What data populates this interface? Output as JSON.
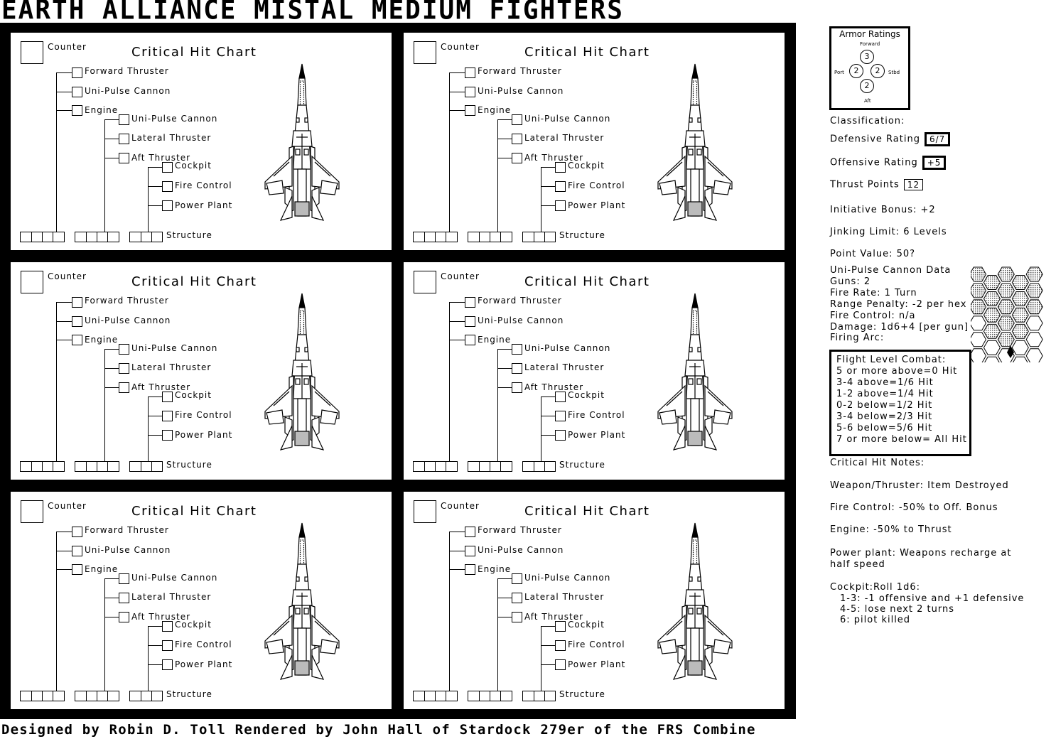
{
  "page_title": "EARTH ALLIANCE MISTAL MEDIUM FIGHTERS",
  "card": {
    "counter_label": "Counter",
    "chart_title": "Critical Hit Chart",
    "items": {
      "forward_thruster": "Forward Thruster",
      "uni_pulse_cannon_1": "Uni-Pulse Cannon",
      "engine": "Engine",
      "uni_pulse_cannon_2": "Uni-Pulse Cannon",
      "lateral_thruster": "Lateral Thruster",
      "aft_thruster": "Aft Thruster",
      "cockpit": "Cockpit",
      "fire_control": "Fire Control",
      "power_plant": "Power Plant",
      "structure": "Structure"
    }
  },
  "armor": {
    "title": "Armor Ratings",
    "forward_label": "Forward",
    "aft_label": "Aft",
    "port_label": "Port",
    "stbd_label": "Stbd",
    "forward": "3",
    "port": "2",
    "stbd": "2",
    "aft": "2"
  },
  "stats": {
    "classification": "Classification:",
    "defensive_label": "Defensive Rating",
    "defensive_value": "6/7",
    "offensive_label": "Offensive Rating",
    "offensive_value": "+5",
    "thrust_label": "Thrust Points",
    "thrust_value": "12",
    "initiative": "Initiative Bonus: +2",
    "jinking": "Jinking Limit: 6 Levels",
    "point_value": "Point Value: 50?"
  },
  "weapon": {
    "title": "Uni-Pulse Cannon Data",
    "guns": "Guns: 2",
    "fire_rate": "Fire Rate: 1 Turn",
    "range_penalty": "Range Penalty: -2 per hex",
    "fire_control": "Fire Control: n/a",
    "damage": "Damage: 1d6+4 [per gun]",
    "firing_arc": "Firing Arc:"
  },
  "flight_level": {
    "title": "Flight Level Combat:",
    "r1": "5 or more above=0 Hit",
    "r2": "3-4 above=1/6 Hit",
    "r3": "1-2 above=1/4 Hit",
    "r4": "0-2 below=1/2 Hit",
    "r5": "3-4 below=2/3 Hit",
    "r6": "5-6 below=5/6 Hit",
    "r7": "7 or more below= All Hit"
  },
  "notes": {
    "title": "Critical Hit Notes:",
    "weapon": "Weapon/Thruster: Item Destroyed",
    "fire_control": "Fire Control: -50% to Off. Bonus",
    "engine": "Engine: -50% to Thrust",
    "power_1": "Power plant: Weapons recharge at",
    "power_2": "half speed",
    "cockpit": "Cockpit:Roll 1d6:",
    "c1": "1-3: -1 offensive and +1 defensive",
    "c2": "4-5: lose next 2 turns",
    "c3": "6: pilot killed"
  },
  "footer": "Designed by Robin D. Toll  Rendered by John Hall of Stardock 279er of the FRS Combine"
}
